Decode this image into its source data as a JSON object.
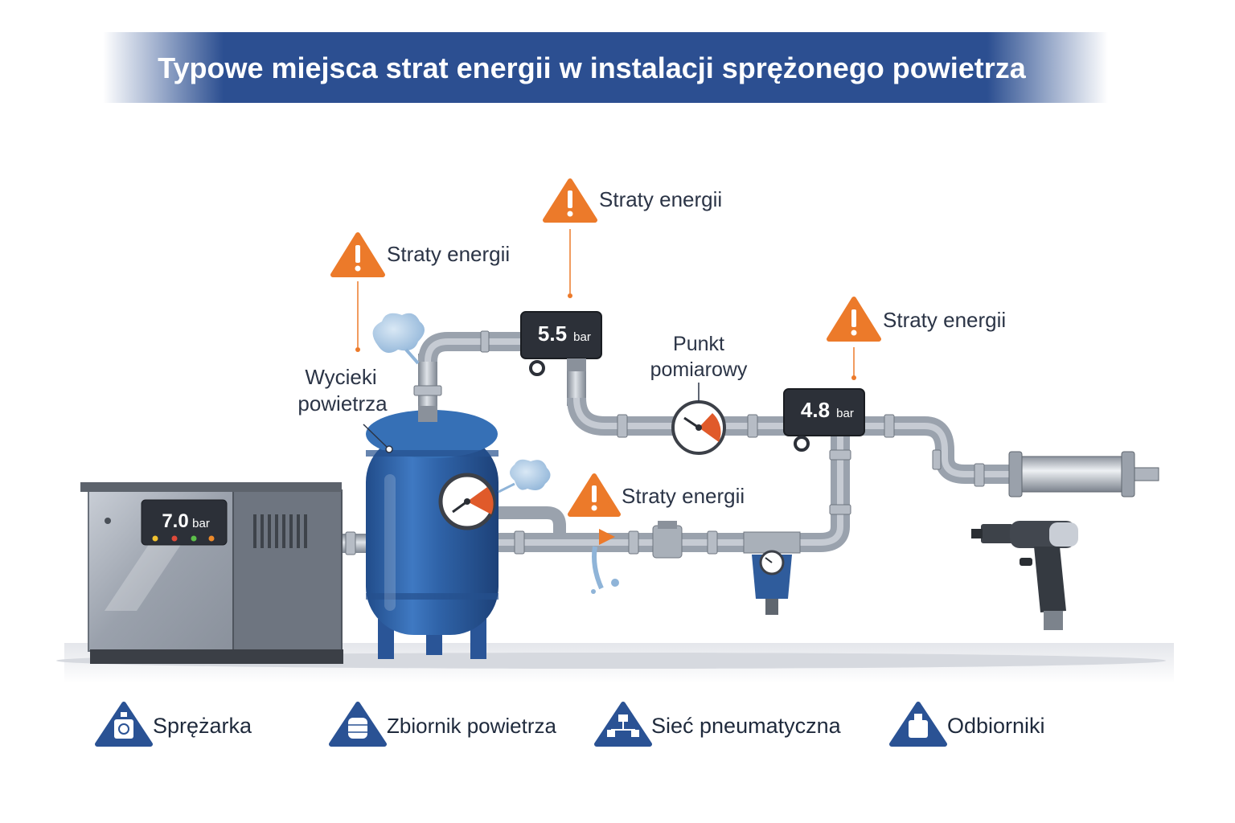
{
  "title": "Typowe miejsca strat energii w instalacji sprężonego powietrza",
  "warning_label": "Straty energii",
  "labels": {
    "leaks_line1": "Wycieki",
    "leaks_line2": "powietrza",
    "measure_line1": "Punkt",
    "measure_line2": "pomiarowy"
  },
  "pressure_displays": {
    "compressor": {
      "value": "7.0",
      "unit": "bar"
    },
    "upper_pipe": {
      "value": "5.5",
      "unit": "bar"
    },
    "right_pipe": {
      "value": "4.8",
      "unit": "bar"
    }
  },
  "legend": [
    {
      "label": "Sprężarka",
      "icon": "compressor-icon"
    },
    {
      "label": "Zbiornik powietrza",
      "icon": "tank-icon"
    },
    {
      "label": "Sieć pneumatyczna",
      "icon": "network-icon"
    },
    {
      "label": "Odbiorniki",
      "icon": "consumers-icon"
    }
  ],
  "colors": {
    "title_bar": "#2c4f91",
    "tank_blue": "#2f63a8",
    "warning_orange": "#ec7a2a",
    "pipe_gray": "#9aa2ad",
    "display_dark": "#2c3038",
    "legend_blue": "#2a5294"
  }
}
